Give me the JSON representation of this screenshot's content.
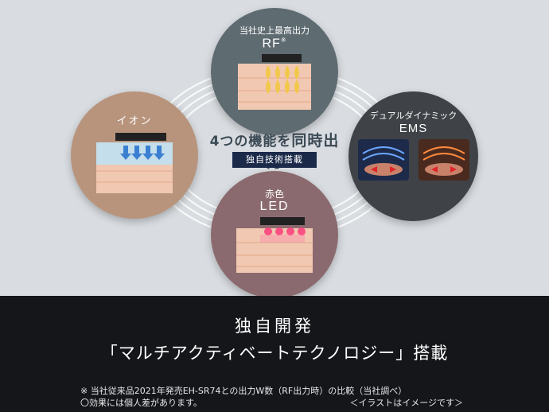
{
  "circles": {
    "rf": {
      "label": "当社史上最高出力",
      "name": "RF",
      "mark": "※"
    },
    "ion": {
      "label": "イオン"
    },
    "ems": {
      "label": "デュアルダイナミック",
      "name": "EMS"
    },
    "led": {
      "label": "赤色",
      "name": "LED"
    }
  },
  "center": {
    "prefix": "4つの機能を",
    "emphasis": "同時出力",
    "badge": "独自技術搭載"
  },
  "headline": {
    "line1": "独自開発",
    "line2": "「マルチアクティベートテクノロジー」搭載"
  },
  "notes": {
    "n1": "※ 当社従来品2021年発売EH‐SR74との出力W数（RF出力時）の比較（当社調べ）",
    "n2": "〇効果には個人差があります。",
    "n3": "＜イラストはイメージです＞"
  },
  "colors": {
    "rf": "#5e6b71",
    "ion": "#b8947d",
    "ems": "#3f4347",
    "led": "#8a6a6e",
    "badge": "#1c2a4a",
    "background_top": "#d9dde1",
    "background_bottom": "#14161a"
  }
}
